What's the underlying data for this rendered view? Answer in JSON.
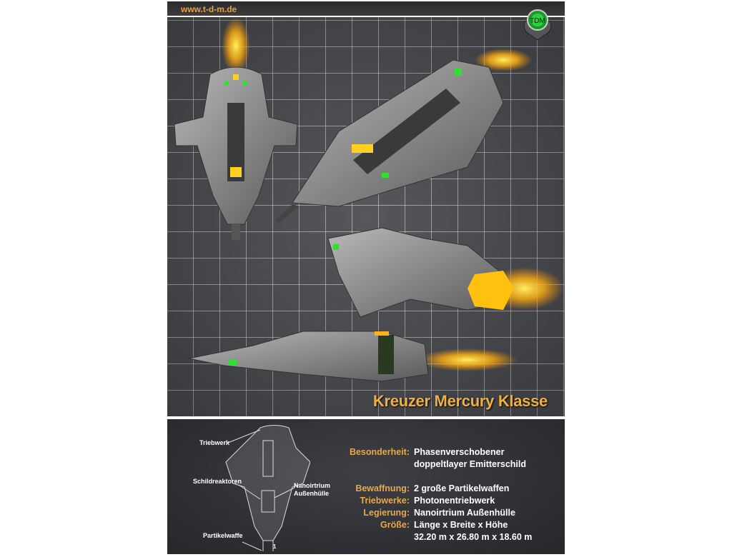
{
  "header": {
    "url": "www.t-d-m.de",
    "logo_text": "TDM"
  },
  "poster": {
    "title": "Kreuzer Mercury Klasse"
  },
  "diagram": {
    "labels": {
      "engine": "Triebwerk",
      "shield_reactors": "Schildreaktoren",
      "hull_line1": "Nanoirtrium",
      "hull_line2": "Außenhülle",
      "weapon": "Partikelwaffe",
      "marker": "1"
    }
  },
  "specs": [
    {
      "key": "Besonderheit:",
      "value": "Phasenverschobener",
      "value2": "doppeltlayer Emitterschild"
    },
    {
      "key": "Bewaffnung:",
      "value": "2 große Partikelwaffen"
    },
    {
      "key": "Triebwerke:",
      "value": "Photonentriebwerk"
    },
    {
      "key": "Legierung:",
      "value": "Nanoirtrium Außenhülle"
    },
    {
      "key": "Größe:",
      "value": "Länge x Breite x Höhe",
      "value2": "32.20 m x 26.80 m x 18.60 m"
    }
  ],
  "colors": {
    "accent": "#e8a848",
    "glow": "#ffc020",
    "light": "#30e030"
  }
}
